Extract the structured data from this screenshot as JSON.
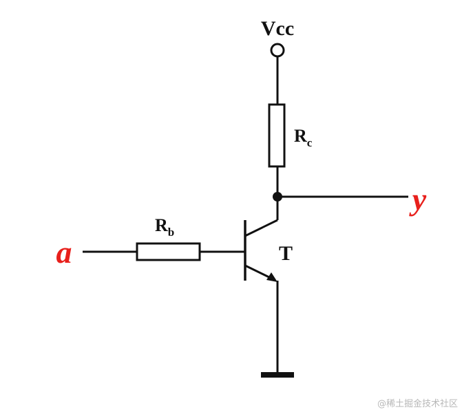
{
  "labels": {
    "supply": "Vcc",
    "rc_main": "R",
    "rc_sub": "c",
    "rb_main": "R",
    "rb_sub": "b",
    "transistor": "T",
    "input": "a",
    "output": "y"
  },
  "colors": {
    "line": "#111111",
    "io_label": "#e8201c",
    "watermark": "#b8b8b8"
  },
  "watermark": "@稀土掘金技术社区"
}
